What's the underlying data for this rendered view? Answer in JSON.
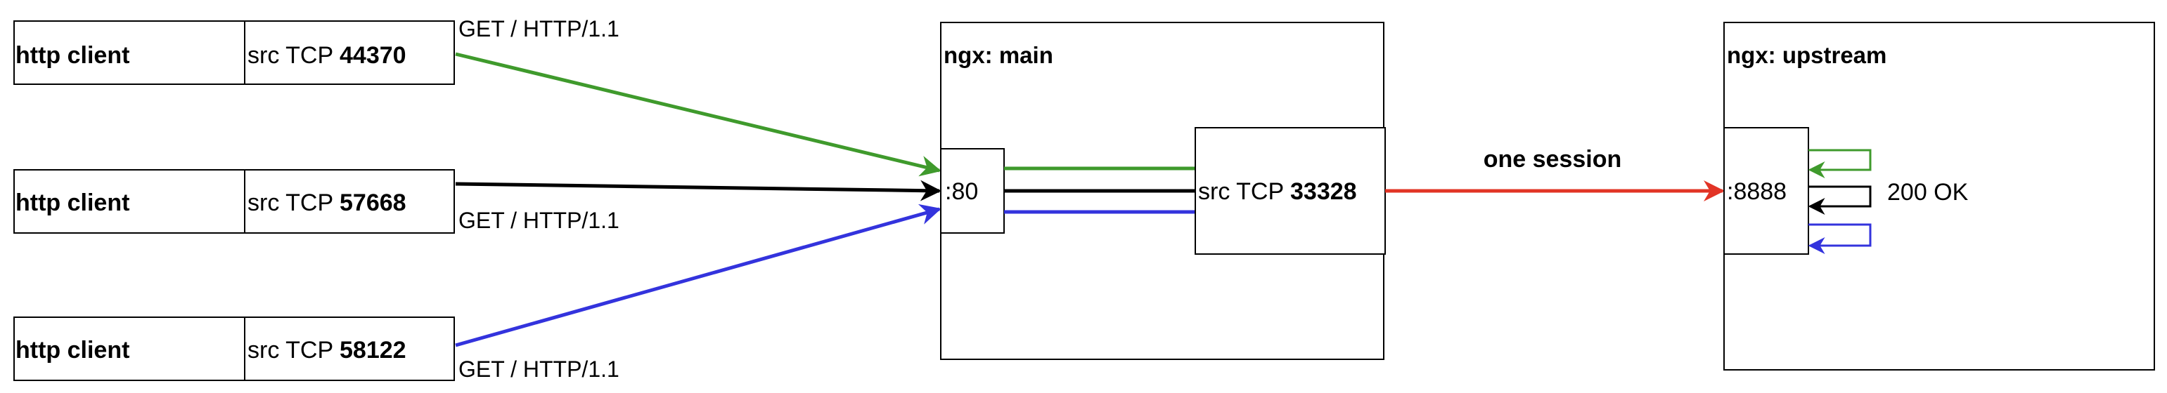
{
  "clients": [
    {
      "label": "http client",
      "port_prefix": "src TCP ",
      "port": "44370",
      "request": "GET / HTTP/1.1",
      "color": "#3f9a2c"
    },
    {
      "label": "http client",
      "port_prefix": "src TCP ",
      "port": "57668",
      "request": "GET / HTTP/1.1",
      "color": "#000000"
    },
    {
      "label": "http client",
      "port_prefix": "src TCP ",
      "port": "58122",
      "request": "GET / HTTP/1.1",
      "color": "#3333dd"
    }
  ],
  "main": {
    "title": "ngx: main",
    "listen_port": ":80",
    "src_prefix": "src TCP ",
    "src_port": "33328"
  },
  "session_label": "one session",
  "session_color": "#e23426",
  "upstream": {
    "title": "ngx: upstream",
    "listen_port": ":8888",
    "response": "200 OK"
  }
}
